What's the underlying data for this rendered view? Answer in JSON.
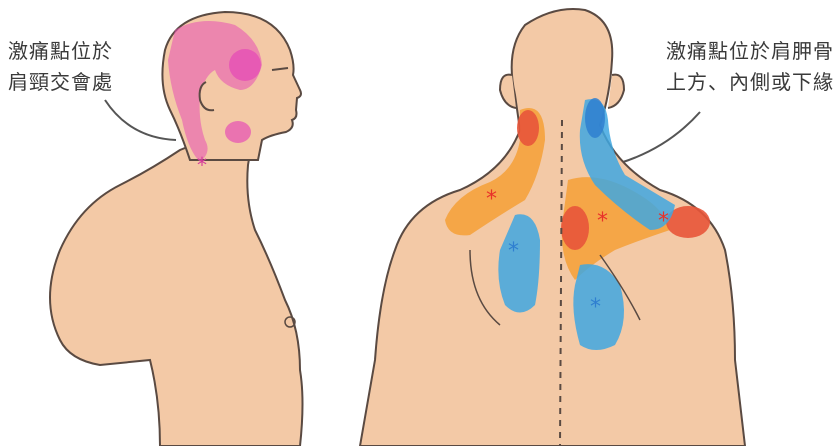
{
  "left_annotation": {
    "line1": "激痛點位於",
    "line2": "肩頸交會處"
  },
  "right_annotation": {
    "line1": "激痛點位於肩胛骨",
    "line2": "上方、內側或下緣"
  },
  "colors": {
    "skin": "#f3c9a6",
    "outline": "#5a4a42",
    "pink_zone": "#e64fb5",
    "orange_zone": "#f5a036",
    "red_zone": "#e8553a",
    "blue_zone": "#3fa7e0",
    "trigger_red": "#e8322a",
    "trigger_blue": "#2f7fd0",
    "trigger_pink": "#d43a9a"
  },
  "marker_symbol": "*"
}
